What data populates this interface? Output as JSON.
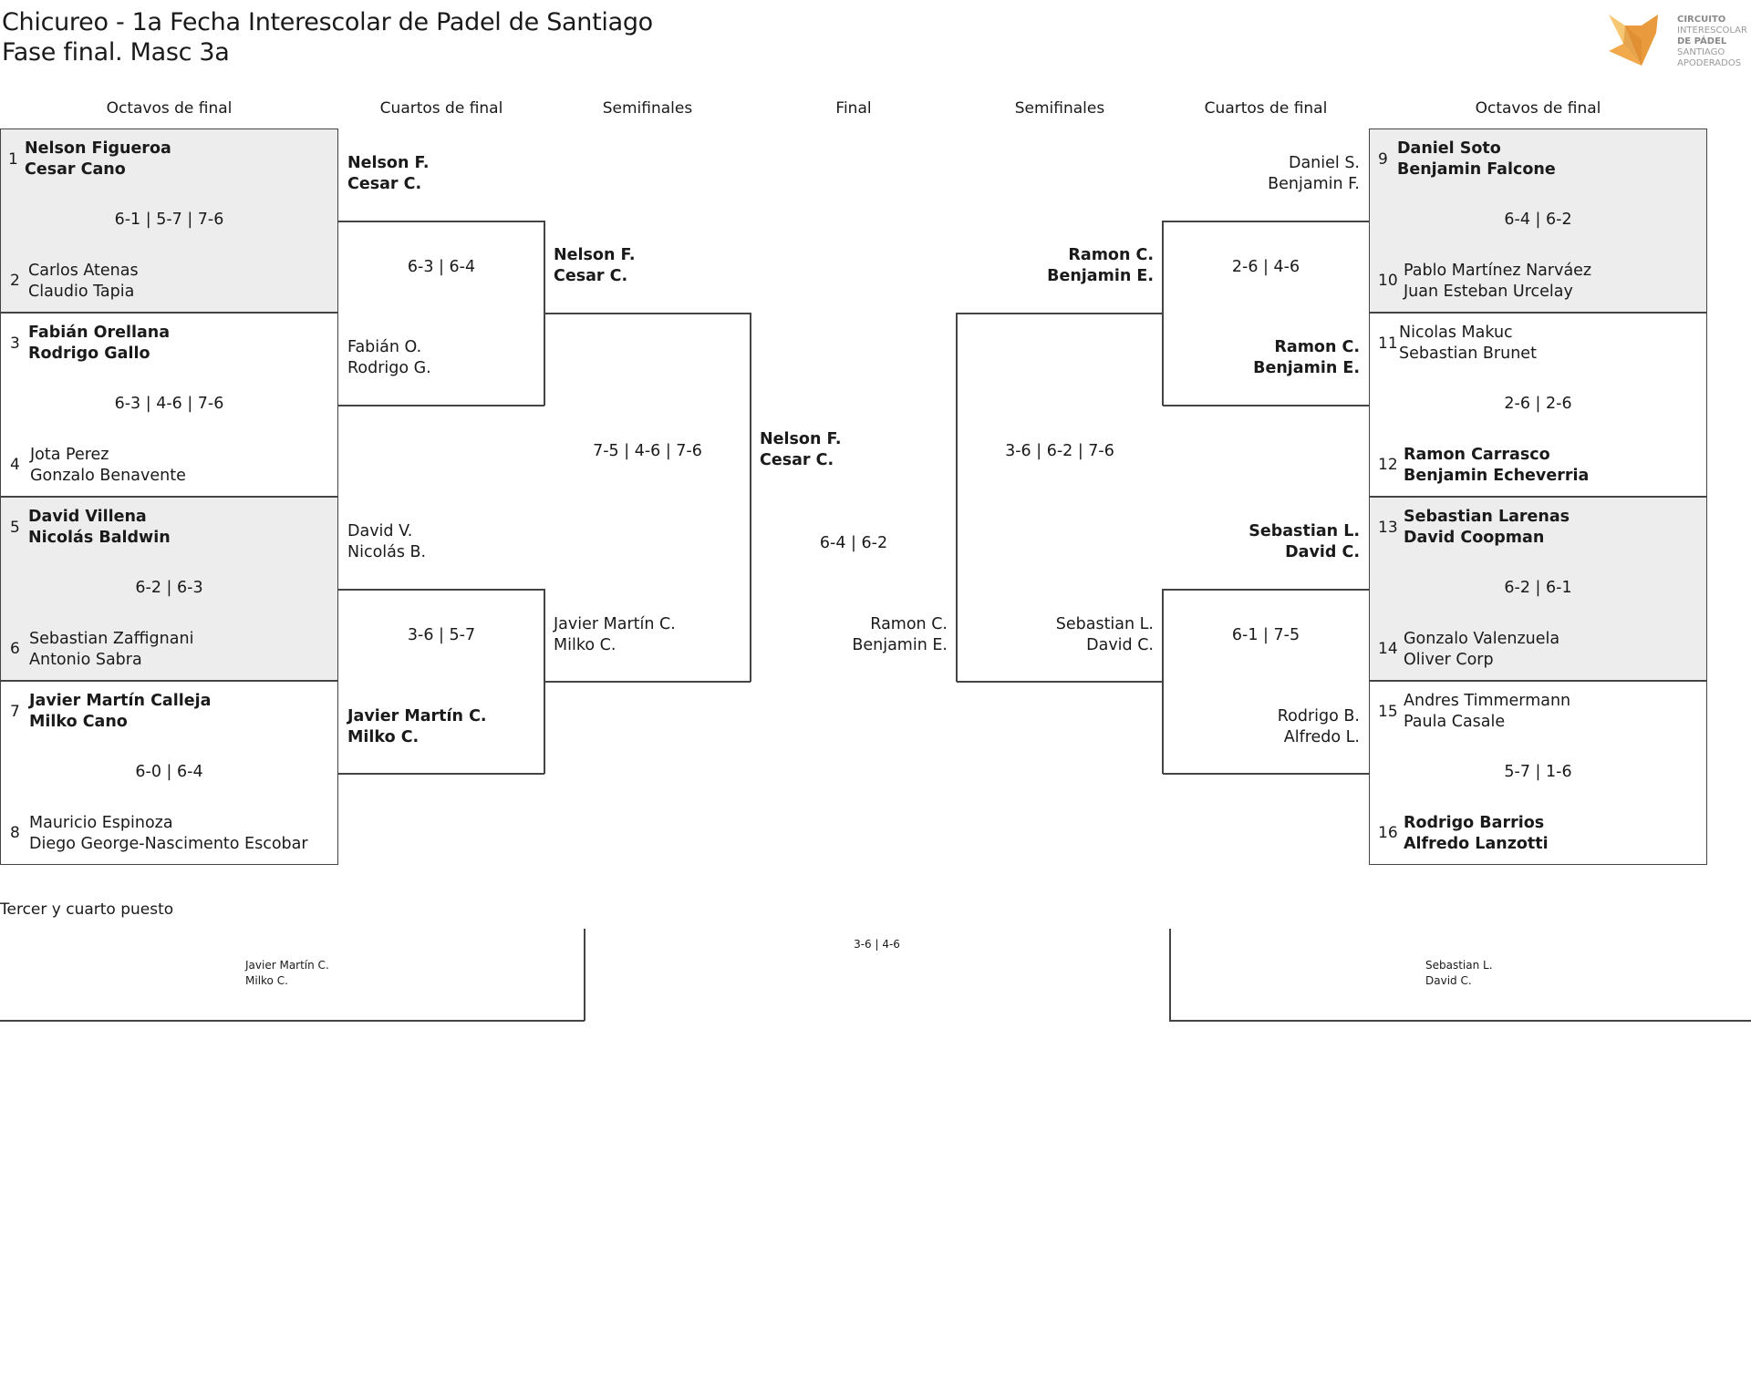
{
  "title": "Chicureo - 1a Fecha Interescolar de Padel de Santiago",
  "subtitle": "Fase final. Masc 3a",
  "logo": {
    "line1": "CIRCUITO",
    "line2": "INTERESCOLAR",
    "line3": "DE PÁDEL",
    "line4": "SANTIAGO",
    "line5": "APODERADOS",
    "colors": [
      "#f2a94c",
      "#e89a3c",
      "#f7c873"
    ]
  },
  "headers": {
    "left_r16": "Octavos de final",
    "left_qf": "Cuartos de final",
    "left_sf": "Semifinales",
    "final": "Final",
    "right_sf": "Semifinales",
    "right_qf": "Cuartos de final",
    "right_r16": "Octavos de final"
  },
  "r16_left": [
    {
      "seed_a": "1",
      "a1": "Nelson Figueroa",
      "a2": "Cesar Cano",
      "score": "6-1 | 5-7 | 7-6",
      "seed_b": "2",
      "b1": "Carlos Atenas",
      "b2": "Claudio Tapia"
    },
    {
      "seed_a": "3",
      "a1": "Fabián Orellana",
      "a2": "Rodrigo Gallo",
      "score": "6-3 | 4-6 | 7-6",
      "seed_b": "4",
      "b1": "Jota Perez",
      "b2": "Gonzalo Benavente"
    },
    {
      "seed_a": "5",
      "a1": "David Villena",
      "a2": "Nicolás Baldwin",
      "score": "6-2 | 6-3",
      "seed_b": "6",
      "b1": "Sebastian Zaffignani",
      "b2": "Antonio Sabra"
    },
    {
      "seed_a": "7",
      "a1": "Javier Martín Calleja",
      "a2": "Milko Cano",
      "score": "6-0 | 6-4",
      "seed_b": "8",
      "b1": "Mauricio Espinoza",
      "b2": "Diego George-Nascimento Escobar"
    }
  ],
  "r16_right": [
    {
      "seed_a": "9",
      "a1": "Daniel Soto",
      "a2": "Benjamin Falcone",
      "score": "6-4 | 6-2",
      "seed_b": "10",
      "b1": "Pablo Martínez Narváez",
      "b2": "Juan Esteban Urcelay"
    },
    {
      "seed_a": "11",
      "a1": "Nicolas Makuc",
      "a2": "Sebastian Brunet",
      "score": "2-6 | 2-6",
      "seed_b": "12",
      "b1": "Ramon Carrasco",
      "b2": "Benjamin Echeverria"
    },
    {
      "seed_a": "13",
      "a1": "Sebastian Larenas",
      "a2": "David Coopman",
      "score": "6-2 | 6-1",
      "seed_b": "14",
      "b1": "Gonzalo Valenzuela",
      "b2": "Oliver Corp"
    },
    {
      "seed_a": "15",
      "a1": "Andres Timmermann",
      "a2": "Paula Casale",
      "score": "5-7 | 1-6",
      "seed_b": "16",
      "b1": "Rodrigo Barrios",
      "b2": "Alfredo Lanzotti"
    }
  ],
  "qf_left": [
    {
      "a1": "Nelson F.",
      "a2": "Cesar C.",
      "score": "6-3 | 6-4",
      "b1": "Fabián O.",
      "b2": "Rodrigo G."
    },
    {
      "a1": "David V.",
      "a2": "Nicolás B.",
      "score": "3-6 | 5-7",
      "b1": "Javier Martín C.",
      "b2": "Milko C."
    }
  ],
  "qf_right": [
    {
      "a1": "Daniel S.",
      "a2": "Benjamin F.",
      "score": "2-6 | 4-6",
      "b1": "Ramon C.",
      "b2": "Benjamin E."
    },
    {
      "a1": "Sebastian L.",
      "a2": "David C.",
      "score": "6-1 | 7-5",
      "b1": "Rodrigo B.",
      "b2": "Alfredo L."
    }
  ],
  "sf_left": {
    "a1": "Nelson F.",
    "a2": "Cesar C.",
    "score": "7-5 | 4-6 | 7-6",
    "b1": "Javier Martín C.",
    "b2": "Milko C."
  },
  "sf_right": {
    "a1": "Ramon C.",
    "a2": "Benjamin E.",
    "score": "3-6 | 6-2 | 7-6",
    "b1": "Sebastian L.",
    "b2": "David C."
  },
  "final": {
    "a1": "Nelson F.",
    "a2": "Cesar C.",
    "score": "6-4 | 6-2",
    "b1": "Ramon C.",
    "b2": "Benjamin E."
  },
  "third_place": {
    "title": "Tercer y cuarto puesto",
    "a1": "Javier Martín C.",
    "a2": "Milko C.",
    "score": "3-6 | 4-6",
    "b1": "Sebastian L.",
    "b2": "David C."
  }
}
